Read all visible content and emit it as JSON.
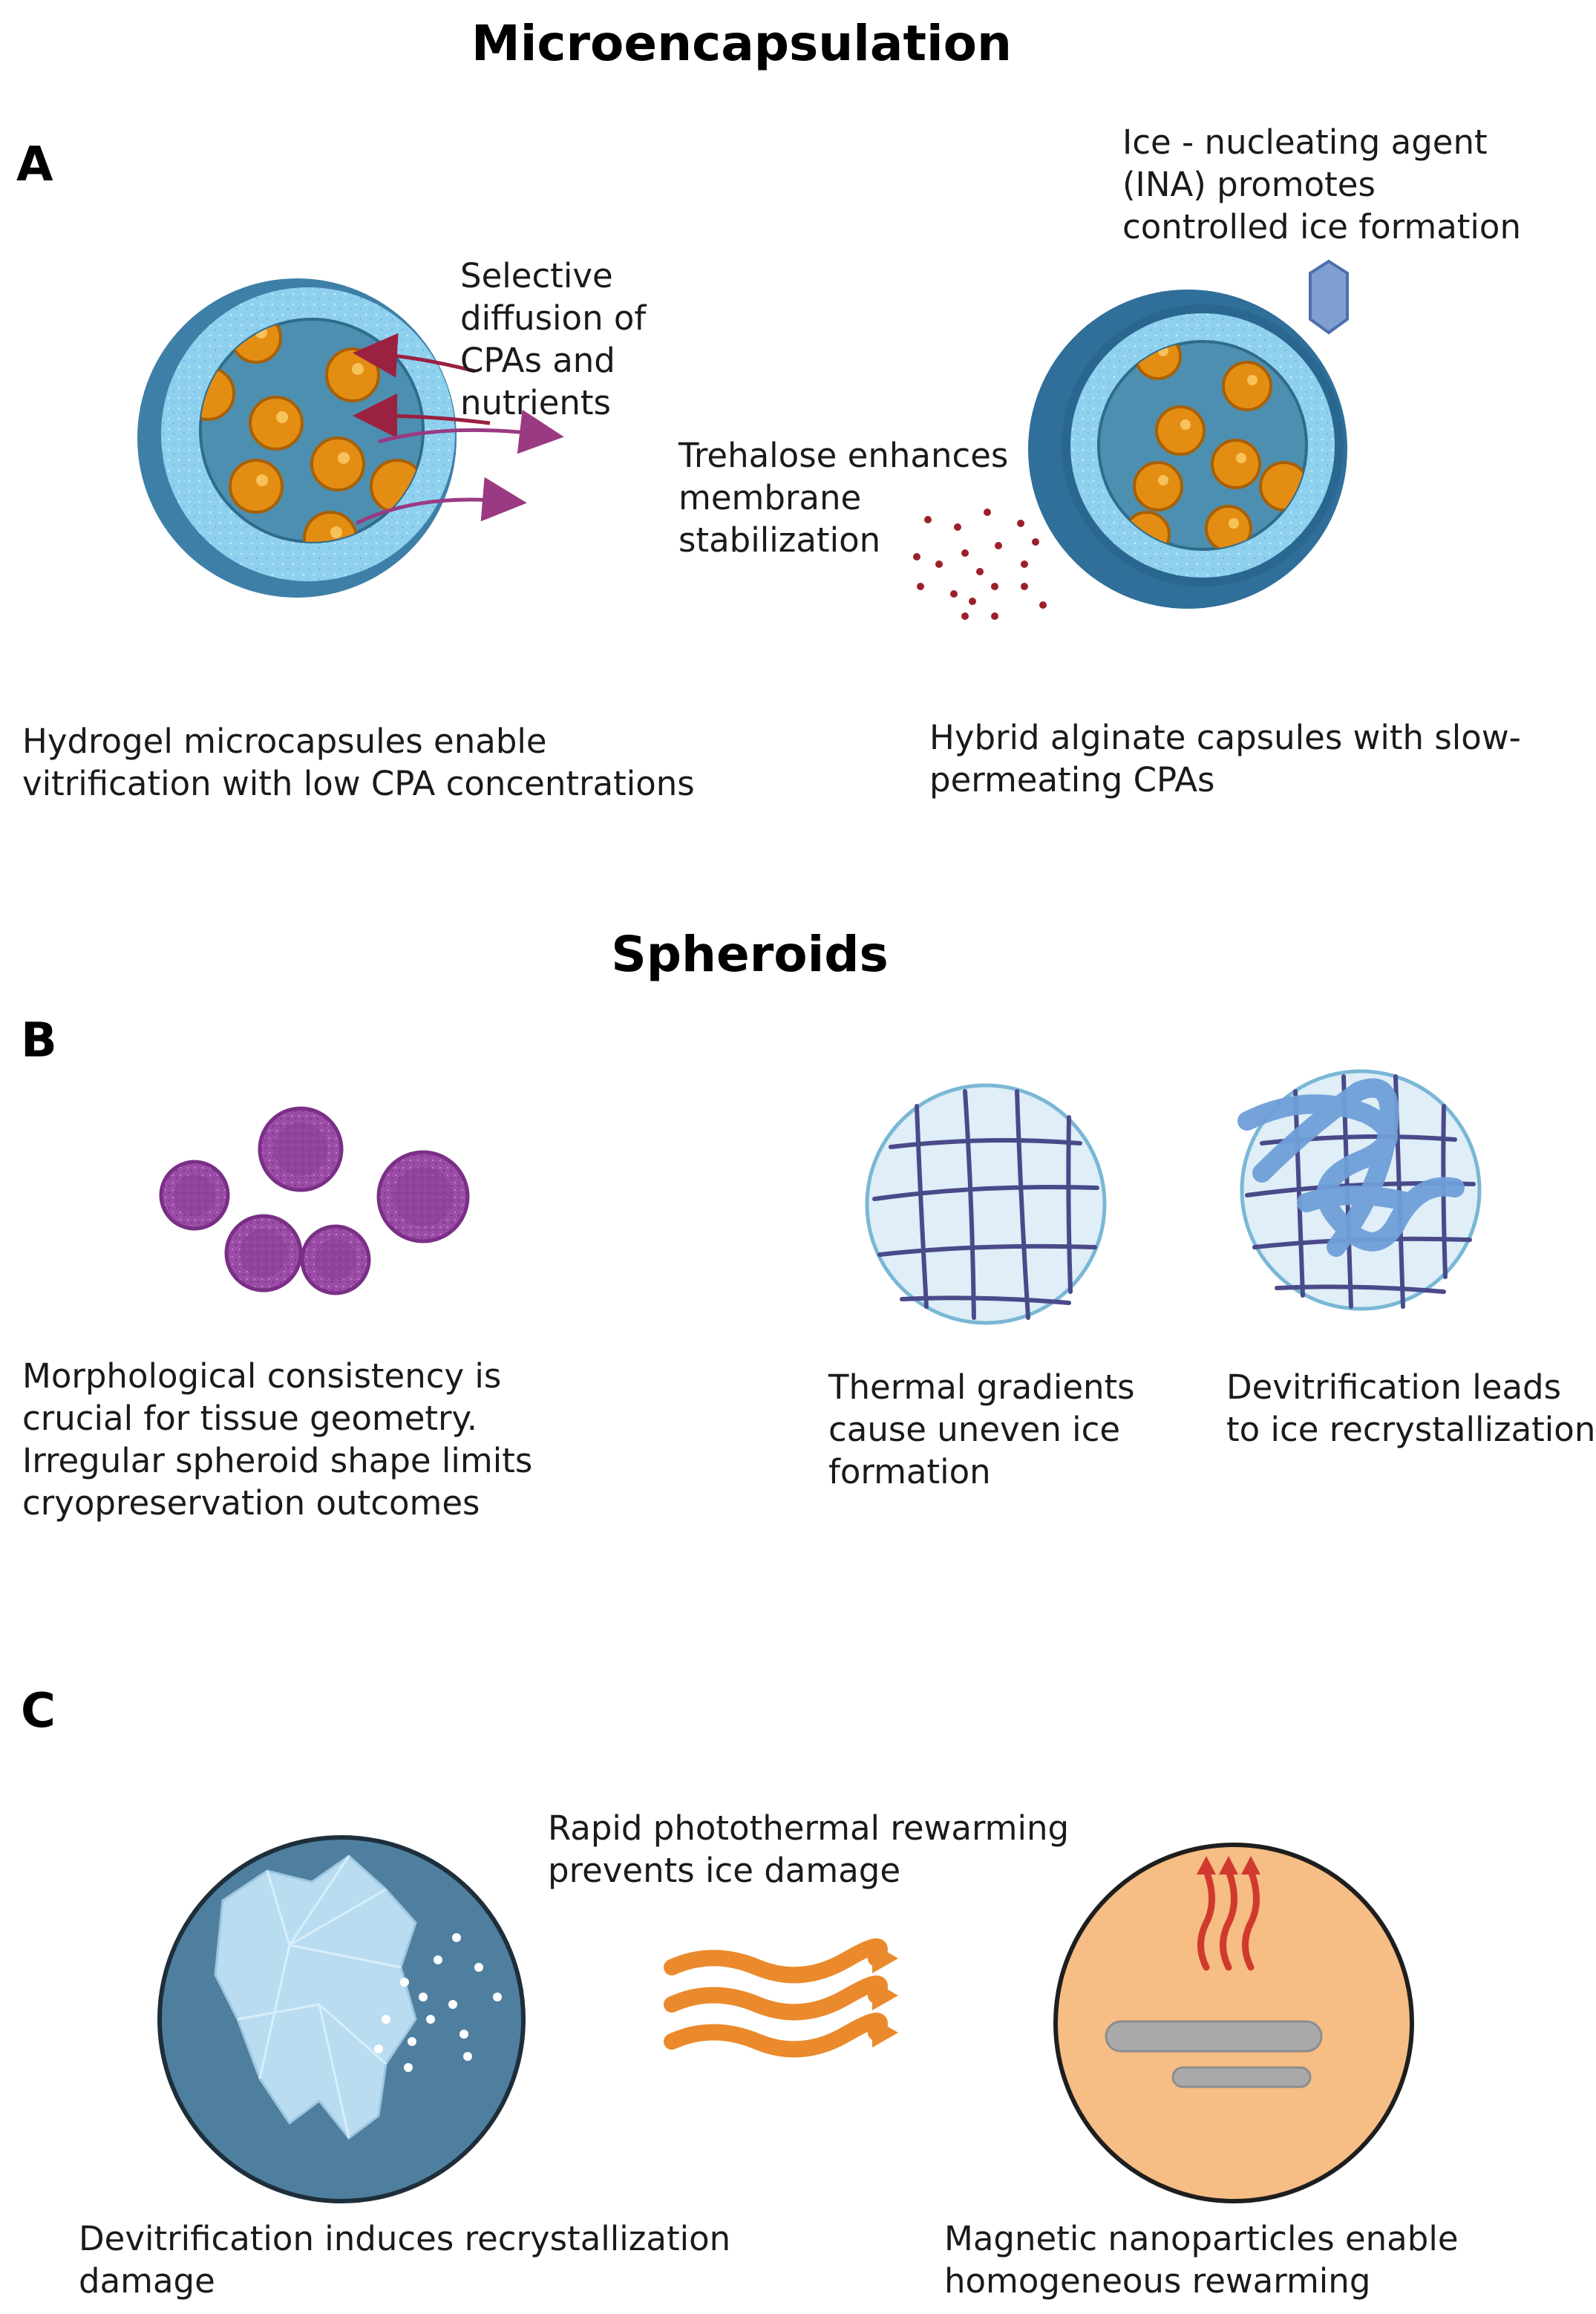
{
  "title_microencapsulation": "Microencapsulation",
  "title_spheroids": "Spheroids",
  "panels": {
    "a": "A",
    "b": "B",
    "c": "C"
  },
  "panel_a": {
    "diffusion_label": [
      "Selective",
      "diffusion of",
      "CPAs and",
      "nutrients"
    ],
    "ina_label": [
      "Ice - nucleating agent",
      "(INA) promotes",
      "controlled ice formation"
    ],
    "trehalose_label": [
      "Trehalose enhances",
      "membrane",
      "stabilization"
    ],
    "hydrogel_caption": [
      "Hydrogel microcapsules enable",
      "vitrification with low CPA concentrations"
    ],
    "alginate_caption": [
      "Hybrid alginate capsules with slow-",
      "permeating CPAs"
    ]
  },
  "panel_b": {
    "morphology_caption": [
      "Morphological consistency is",
      "crucial for tissue geometry.",
      "Irregular spheroid shape limits",
      "cryopreservation outcomes"
    ],
    "thermal_caption": [
      "Thermal gradients",
      "cause uneven ice",
      "formation"
    ],
    "devitrification_caption": [
      "Devitrification leads",
      "to ice recrystallization"
    ]
  },
  "panel_c": {
    "rewarming_label": [
      "Rapid photothermal rewarming",
      "prevents ice damage"
    ],
    "recrystallization_caption": [
      "Devitrification induces recrystallization",
      "damage"
    ],
    "nanoparticle_caption": [
      "Magnetic nanoparticles enable",
      "homogeneous rewarming"
    ]
  },
  "colors": {
    "capsule_outer": "#3e7fa8",
    "capsule_gel": "#8fd0ee",
    "capsule_core": "#4d8fb0",
    "cell_orange": "#e48d13",
    "arrow_maroon": "#9b2140",
    "arrow_purple": "#9a3a82",
    "trehalose_dot": "#9c1f2a",
    "ina_hexagon": "#7f9fd0",
    "spheroid_purple": "#9b4ca6",
    "mesh_circle": "#dfeef7",
    "mesh_line": "#4a4a8a",
    "tangle_blue": "#6f9fd8",
    "ice_background": "#4e7f9e",
    "ice_block": "#b9dcf1",
    "rewarm_arrow": "#ea8a2c",
    "warm_circle": "#f6bd84",
    "heat_wave": "#d03a2e",
    "nanoparticle": "#a9a9a9"
  },
  "icons": [
    "capsule-icon",
    "hexagon-icon",
    "spheroid-icon",
    "mesh-icon",
    "ice-block-icon",
    "wave-arrow-icon",
    "heat-icon",
    "nanoparticle-icon"
  ]
}
